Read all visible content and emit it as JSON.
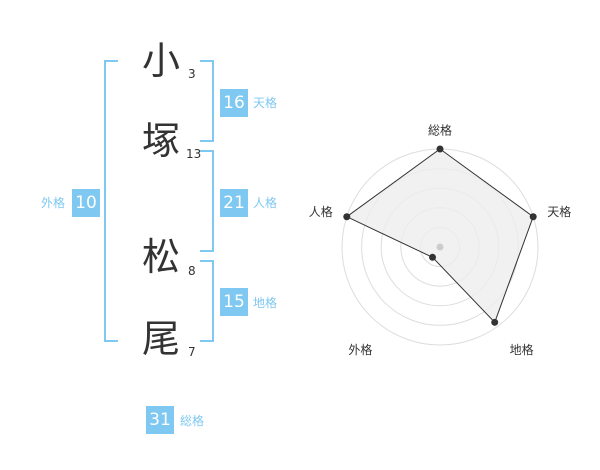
{
  "name": {
    "chars": [
      {
        "char": "小",
        "strokes": "3"
      },
      {
        "char": "塚",
        "strokes": "13"
      },
      {
        "char": "松",
        "strokes": "8"
      },
      {
        "char": "尾",
        "strokes": "7"
      }
    ]
  },
  "fortunes": {
    "tenkaku": {
      "value": "16",
      "label": "天格"
    },
    "jinkaku": {
      "value": "21",
      "label": "人格"
    },
    "chikaku": {
      "value": "15",
      "label": "地格"
    },
    "gaikaku": {
      "value": "10",
      "label": "外格"
    },
    "soukaku": {
      "value": "31",
      "label": "総格"
    }
  },
  "chart_data": {
    "type": "radar",
    "axes": [
      "総格",
      "天格",
      "地格",
      "外格",
      "人格"
    ],
    "values": [
      1.0,
      1.0,
      0.95,
      0.13,
      1.0
    ],
    "rings": 5,
    "colors": {
      "fill": "#eeeeee",
      "line": "#333333",
      "point": "#333333",
      "grid": "#dddddd",
      "center": "#cccccc"
    }
  }
}
